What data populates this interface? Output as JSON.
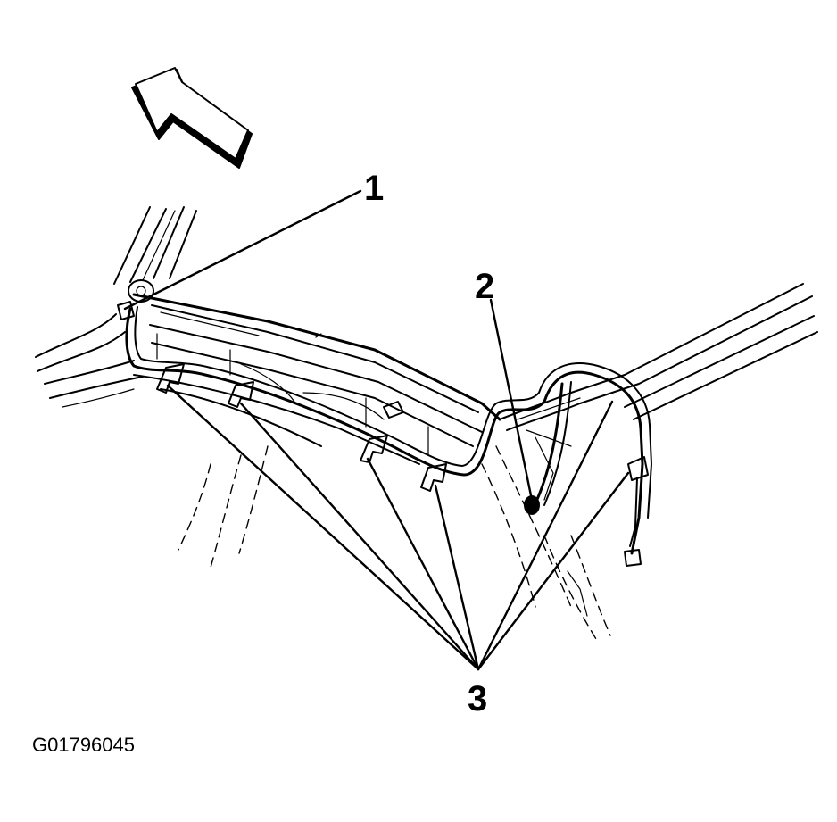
{
  "callouts": [
    {
      "id": "1",
      "label": "1"
    },
    {
      "id": "2",
      "label": "2"
    },
    {
      "id": "3",
      "label": "3"
    }
  ],
  "figure_id": "G01796045",
  "colors": {
    "line": "#000000",
    "background": "#ffffff"
  },
  "icons": {
    "direction_arrow": "direction-arrow-icon"
  }
}
